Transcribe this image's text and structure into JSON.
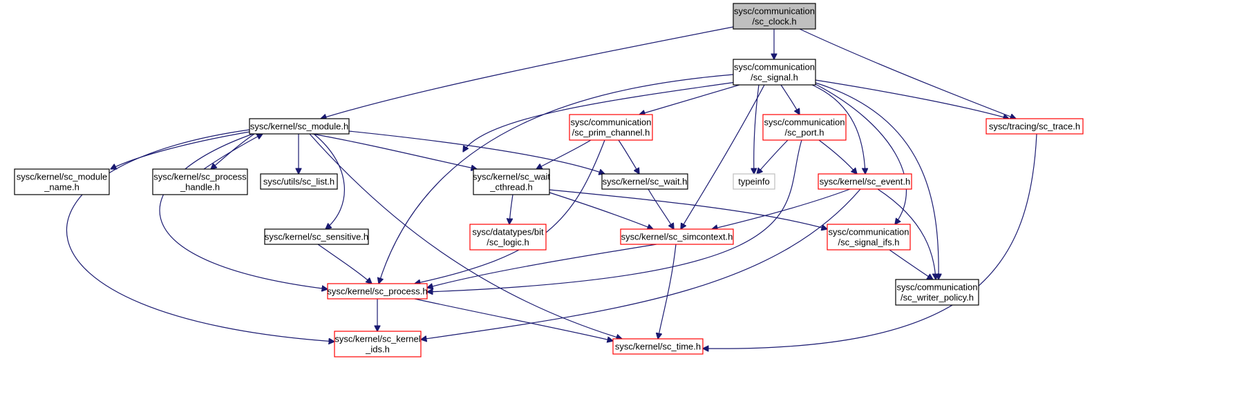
{
  "edge_color": "#191970",
  "border_colors": {
    "std": "#000000",
    "red": "#ff0000",
    "gray": "#bfbfbf",
    "root_fill": "#bfbfbf"
  },
  "nodes": [
    {
      "id": "sc_clock",
      "lines": [
        "sysc/communication",
        "/sc_clock.h"
      ],
      "style": "root"
    },
    {
      "id": "sc_signal",
      "lines": [
        "sysc/communication",
        "/sc_signal.h"
      ],
      "style": "std"
    },
    {
      "id": "sc_module",
      "lines": [
        "sysc/kernel/sc_module.h"
      ],
      "style": "std"
    },
    {
      "id": "sc_prim_channel",
      "lines": [
        "sysc/communication",
        "/sc_prim_channel.h"
      ],
      "style": "red"
    },
    {
      "id": "sc_port",
      "lines": [
        "sysc/communication",
        "/sc_port.h"
      ],
      "style": "red"
    },
    {
      "id": "sc_trace",
      "lines": [
        "sysc/tracing/sc_trace.h"
      ],
      "style": "red"
    },
    {
      "id": "sc_module_name",
      "lines": [
        "sysc/kernel/sc_module",
        "_name.h"
      ],
      "style": "std"
    },
    {
      "id": "sc_process_handle",
      "lines": [
        "sysc/kernel/sc_process",
        "_handle.h"
      ],
      "style": "std"
    },
    {
      "id": "sc_list",
      "lines": [
        "sysc/utils/sc_list.h"
      ],
      "style": "std"
    },
    {
      "id": "sc_wait_cthread",
      "lines": [
        "sysc/kernel/sc_wait",
        "_cthread.h"
      ],
      "style": "std"
    },
    {
      "id": "sc_wait",
      "lines": [
        "sysc/kernel/sc_wait.h"
      ],
      "style": "std"
    },
    {
      "id": "typeinfo",
      "lines": [
        "typeinfo"
      ],
      "style": "gray"
    },
    {
      "id": "sc_event",
      "lines": [
        "sysc/kernel/sc_event.h"
      ],
      "style": "red"
    },
    {
      "id": "sc_sensitive",
      "lines": [
        "sysc/kernel/sc_sensitive.h"
      ],
      "style": "std"
    },
    {
      "id": "sc_logic",
      "lines": [
        "sysc/datatypes/bit",
        "/sc_logic.h"
      ],
      "style": "red"
    },
    {
      "id": "sc_simcontext",
      "lines": [
        "sysc/kernel/sc_simcontext.h"
      ],
      "style": "red"
    },
    {
      "id": "sc_signal_ifs",
      "lines": [
        "sysc/communication",
        "/sc_signal_ifs.h"
      ],
      "style": "red"
    },
    {
      "id": "sc_writer_policy",
      "lines": [
        "sysc/communication",
        "/sc_writer_policy.h"
      ],
      "style": "std"
    },
    {
      "id": "sc_process",
      "lines": [
        "sysc/kernel/sc_process.h"
      ],
      "style": "red"
    },
    {
      "id": "sc_kernel_ids",
      "lines": [
        "sysc/kernel/sc_kernel",
        "_ids.h"
      ],
      "style": "red"
    },
    {
      "id": "sc_time",
      "lines": [
        "sysc/kernel/sc_time.h"
      ],
      "style": "red"
    }
  ],
  "edges": [
    [
      "sc_clock",
      "sc_signal"
    ],
    [
      "sc_clock",
      "sc_module"
    ],
    [
      "sc_clock",
      "sc_trace"
    ],
    [
      "sc_signal",
      "sc_prim_channel"
    ],
    [
      "sc_signal",
      "sc_port"
    ],
    [
      "sc_signal",
      "sc_trace"
    ],
    [
      "sc_signal",
      "typeinfo"
    ],
    [
      "sc_signal",
      "sc_event"
    ],
    [
      "sc_signal",
      "sc_logic"
    ],
    [
      "sc_signal",
      "sc_simcontext"
    ],
    [
      "sc_signal",
      "sc_signal_ifs"
    ],
    [
      "sc_signal",
      "sc_writer_policy"
    ],
    [
      "sc_signal",
      "sc_process"
    ],
    [
      "sc_module",
      "sc_module_name"
    ],
    [
      "sc_module",
      "sc_process_handle"
    ],
    [
      "sc_module",
      "sc_list"
    ],
    [
      "sc_module",
      "sc_wait_cthread"
    ],
    [
      "sc_module",
      "sc_wait"
    ],
    [
      "sc_module",
      "sc_sensitive"
    ],
    [
      "sc_module",
      "sc_process"
    ],
    [
      "sc_module",
      "sc_kernel_ids"
    ],
    [
      "sc_module",
      "sc_time"
    ],
    [
      "sc_process_handle",
      "sc_module"
    ],
    [
      "sc_prim_channel",
      "sc_wait_cthread"
    ],
    [
      "sc_prim_channel",
      "sc_wait"
    ],
    [
      "sc_prim_channel",
      "sc_process"
    ],
    [
      "sc_port",
      "typeinfo"
    ],
    [
      "sc_port",
      "sc_event"
    ],
    [
      "sc_port",
      "sc_process"
    ],
    [
      "sc_trace",
      "sc_time"
    ],
    [
      "sc_wait_cthread",
      "sc_logic"
    ],
    [
      "sc_wait_cthread",
      "sc_simcontext"
    ],
    [
      "sc_wait_cthread",
      "sc_signal_ifs"
    ],
    [
      "sc_wait",
      "sc_simcontext"
    ],
    [
      "sc_event",
      "sc_simcontext"
    ],
    [
      "sc_event",
      "sc_writer_policy"
    ],
    [
      "sc_event",
      "sc_kernel_ids"
    ],
    [
      "sc_sensitive",
      "sc_process"
    ],
    [
      "sc_simcontext",
      "sc_process"
    ],
    [
      "sc_simcontext",
      "sc_time"
    ],
    [
      "sc_signal_ifs",
      "sc_writer_policy"
    ],
    [
      "sc_process",
      "sc_kernel_ids"
    ],
    [
      "sc_process",
      "sc_time"
    ]
  ]
}
